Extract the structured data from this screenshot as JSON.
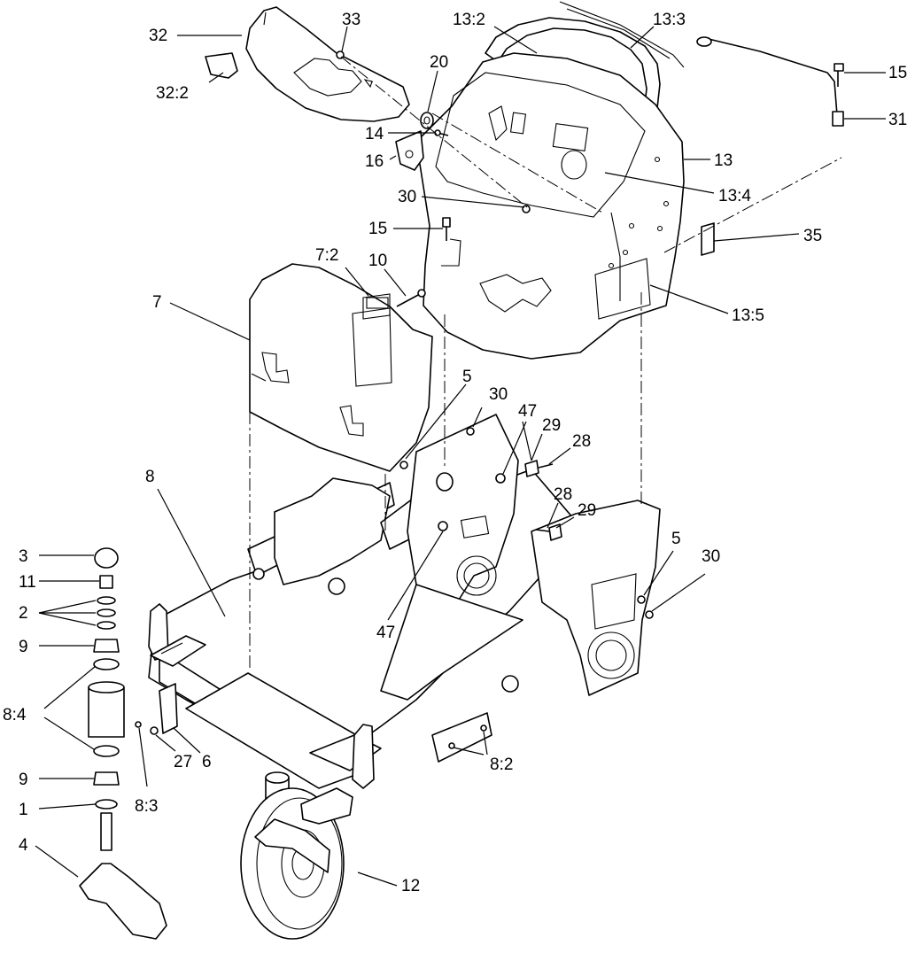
{
  "diagram": {
    "callouts": [
      {
        "id": "c32",
        "text": "32"
      },
      {
        "id": "c32_2",
        "text": "32:2"
      },
      {
        "id": "c33",
        "text": "33"
      },
      {
        "id": "c13_2",
        "text": "13:2"
      },
      {
        "id": "c13_3",
        "text": "13:3"
      },
      {
        "id": "c20",
        "text": "20"
      },
      {
        "id": "c15a",
        "text": "15"
      },
      {
        "id": "c31",
        "text": "31"
      },
      {
        "id": "c14",
        "text": "14"
      },
      {
        "id": "c16",
        "text": "16"
      },
      {
        "id": "c13",
        "text": "13"
      },
      {
        "id": "c13_4",
        "text": "13:4"
      },
      {
        "id": "c30a",
        "text": "30"
      },
      {
        "id": "c15b",
        "text": "15"
      },
      {
        "id": "c35",
        "text": "35"
      },
      {
        "id": "c7_2",
        "text": "7:2"
      },
      {
        "id": "c10",
        "text": "10"
      },
      {
        "id": "c7",
        "text": "7"
      },
      {
        "id": "c13_5",
        "text": "13:5"
      },
      {
        "id": "c5a",
        "text": "5"
      },
      {
        "id": "c30b",
        "text": "30"
      },
      {
        "id": "c47a",
        "text": "47"
      },
      {
        "id": "c29a",
        "text": "29"
      },
      {
        "id": "c28a",
        "text": "28"
      },
      {
        "id": "c8",
        "text": "8"
      },
      {
        "id": "c28b",
        "text": "28"
      },
      {
        "id": "c29b",
        "text": "29"
      },
      {
        "id": "c3",
        "text": "3"
      },
      {
        "id": "c5b",
        "text": "5"
      },
      {
        "id": "c30c",
        "text": "30"
      },
      {
        "id": "c11",
        "text": "11"
      },
      {
        "id": "c2",
        "text": "2"
      },
      {
        "id": "c47b",
        "text": "47"
      },
      {
        "id": "c9a",
        "text": "9"
      },
      {
        "id": "c8_4",
        "text": "8:4"
      },
      {
        "id": "c27",
        "text": "27"
      },
      {
        "id": "c6",
        "text": "6"
      },
      {
        "id": "c8_2",
        "text": "8:2"
      },
      {
        "id": "c9b",
        "text": "9"
      },
      {
        "id": "c8_3",
        "text": "8:3"
      },
      {
        "id": "c1",
        "text": "1"
      },
      {
        "id": "c4",
        "text": "4"
      },
      {
        "id": "c12",
        "text": "12"
      }
    ]
  }
}
